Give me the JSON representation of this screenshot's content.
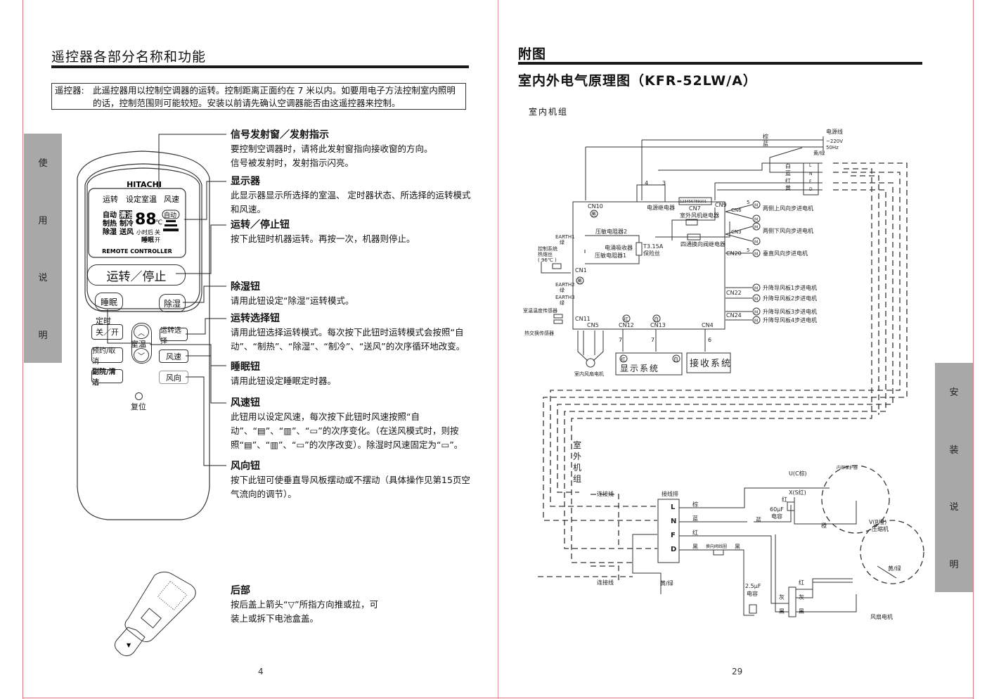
{
  "left_page": {
    "title": "遥控器各部分名称和功能",
    "side_tab": [
      "使",
      "用",
      "说",
      "明"
    ],
    "intro": {
      "label": "遥控器:",
      "text": "此遥控器用以控制空调器的运转。控制距离正面约在 7 米以内。如要用电子方法控制室内照明的话，控制范围则可能较短。安装以前请先确认空调器能否由这遥控器来控制。"
    },
    "remote": {
      "brand": "HITACHI",
      "display_labels": [
        "运转",
        "设定室温",
        "风速"
      ],
      "display_modes": [
        "自动",
        "清洁",
        "制热",
        "制冷",
        "除湿",
        "送风"
      ],
      "display_digits": "88",
      "display_unit": "℃",
      "display_fan_auto": "自动",
      "display_timer": [
        "小时后",
        "关",
        "睡眠",
        "开"
      ],
      "display_footer": "REMOTE CONTROLLER",
      "buttons": {
        "run_stop": "运转／停止",
        "sleep": "睡眠",
        "dehumid": "除湿",
        "timer_label": "定时",
        "off_on": "关／开",
        "reserve_cancel": "预约/取消",
        "room_temp": "室温",
        "mode_select": "运转选择",
        "fan_speed": "风速",
        "fan_dir": "风向",
        "defrost_clean": "副院/清洁",
        "reset": "复位"
      }
    },
    "sections": [
      {
        "heading": "信号发射窗／发射指示",
        "body": [
          "要控制空调器时，请将此发射窗指向接收窗的方向。",
          "信号被发射时，发射指示闪亮。"
        ]
      },
      {
        "heading": "显示器",
        "body": [
          "此显示器显示所选择的室温、 定时器状态、所选择的运转模式和风速。"
        ]
      },
      {
        "heading": "运转／停止钮",
        "body": [
          "按下此钮时机器运转。再按一次，机器则停止。"
        ]
      },
      {
        "heading": "除湿钮",
        "body": [
          "请用此钮设定“除湿”运转模式。"
        ]
      },
      {
        "heading": "运转选择钮",
        "body": [
          "请用此钮选择运转模式。每次按下此钮时运转模式会按照“自动”、“制热”、“除湿”、“制冷”、“送风”的次序循环地改变。"
        ]
      },
      {
        "heading": "睡眠钮",
        "body": [
          "请用此钮设定睡眠定时器。"
        ]
      },
      {
        "heading": "风速钮",
        "body": [
          "此钮用以设定风速，每次按下此钮时风速按照“自动”、“▤”、“▥”、“▭”的次序变化。（在送风模式时，则按照“▤”、“▥”、“▭”的次序改变）。除湿时风速固定为“▭”。"
        ]
      },
      {
        "heading": "风向钮",
        "body": [
          "按下此钮可使垂直导风板摆动或不摆动（具体操作见第15页空气流向的调节）。"
        ]
      }
    ],
    "back": {
      "heading": "后部",
      "body": [
        "按后盖上箭头“▽”所指方向推或拉，可",
        "装上或拆下电池盒盖。"
      ]
    },
    "page_number": "4"
  },
  "right_page": {
    "section_title": "附图",
    "diagram_title": "室内外电气原理图（KFR-52LW/A）",
    "side_tab": [
      "安",
      "装",
      "说",
      "明"
    ],
    "indoor_label": "室内机组",
    "outdoor_label": [
      "室",
      "外",
      "机",
      "组"
    ],
    "indoor": {
      "power_cord": "电源线",
      "voltage": "~220V",
      "frequency": "50Hz",
      "wire_brown": "棕",
      "wire_blue": "蓝",
      "ground": "黄/绿",
      "terminal_wires": [
        "白",
        "蓝",
        "红",
        "黄"
      ],
      "terminal_pins": [
        "L",
        "N",
        "F",
        "D"
      ],
      "relay_pins": [
        "4",
        "3"
      ],
      "power_relay": "电源继电器",
      "cn7": "CN7",
      "cn7_digits": "123456789101",
      "outdoor_fan_relay": "室外风机继电器",
      "four_way_relay": "四通换向阀继电器",
      "varistor2": "压敏电阻器2",
      "varistor1": "压敏电阻器1",
      "surge_absorber": "电涌吸收器",
      "fuse": "T3.15A",
      "fuse_label": "保险丝",
      "earth1": "EARTH1",
      "earth2": "EARTH2",
      "earth3": "EARTH3",
      "green": "绿",
      "thermal_fuse": [
        "控制系统",
        "热熔丝",
        "( 96℃ )"
      ],
      "room_sensor": "室温温度传感器",
      "heat_sensor": "热交换传感器",
      "indoor_fan": "室内风扇电机",
      "display_system": "显示系统",
      "receiver_system": "接收系统",
      "connectors": [
        "CN10",
        "CN9",
        "CN6",
        "CN3",
        "CN20",
        "CN22",
        "CN24",
        "CN1",
        "CN11",
        "CN5",
        "CN12",
        "CN13",
        "CN4"
      ],
      "wire_counts": {
        "cn12": "7",
        "cn13": "7",
        "cn4": "6",
        "stepper": "5"
      },
      "badge_black": "黑",
      "badge_red": "红",
      "badge_white": "白",
      "motors": [
        "两侧上风向步进电机",
        "两侧下风向步进电机",
        "垂直风向步进电机",
        "升降导风板1步进电机",
        "升降导风板2步进电机",
        "升降导风板3步进电机",
        "升降导风板4步进电机"
      ],
      "motor_symbol": "M"
    },
    "outdoor": {
      "connect_wire": "连接线",
      "terminal_block": "接线排",
      "pins": [
        "L",
        "N",
        "F",
        "D"
      ],
      "wire_colors": [
        "棕",
        "蓝",
        "红",
        "黑"
      ],
      "reversing_coil": "换向阀线圈",
      "black": "黑",
      "ground": "黄/绿",
      "blue": "蓝",
      "cap_big": "60μF",
      "cap_small": "2.5μF",
      "capacitor": "电容",
      "red": "红",
      "gray": "灰",
      "orange": "橙",
      "u_label": "U(C棕)",
      "x_label": "X(S红)",
      "v_label": "V(R橙)",
      "internal_protector": "内部保护器",
      "compressor": "压缩机",
      "fan_motor": "风扇电机",
      "fan_ground": "黄/绿"
    },
    "page_number": "29"
  }
}
